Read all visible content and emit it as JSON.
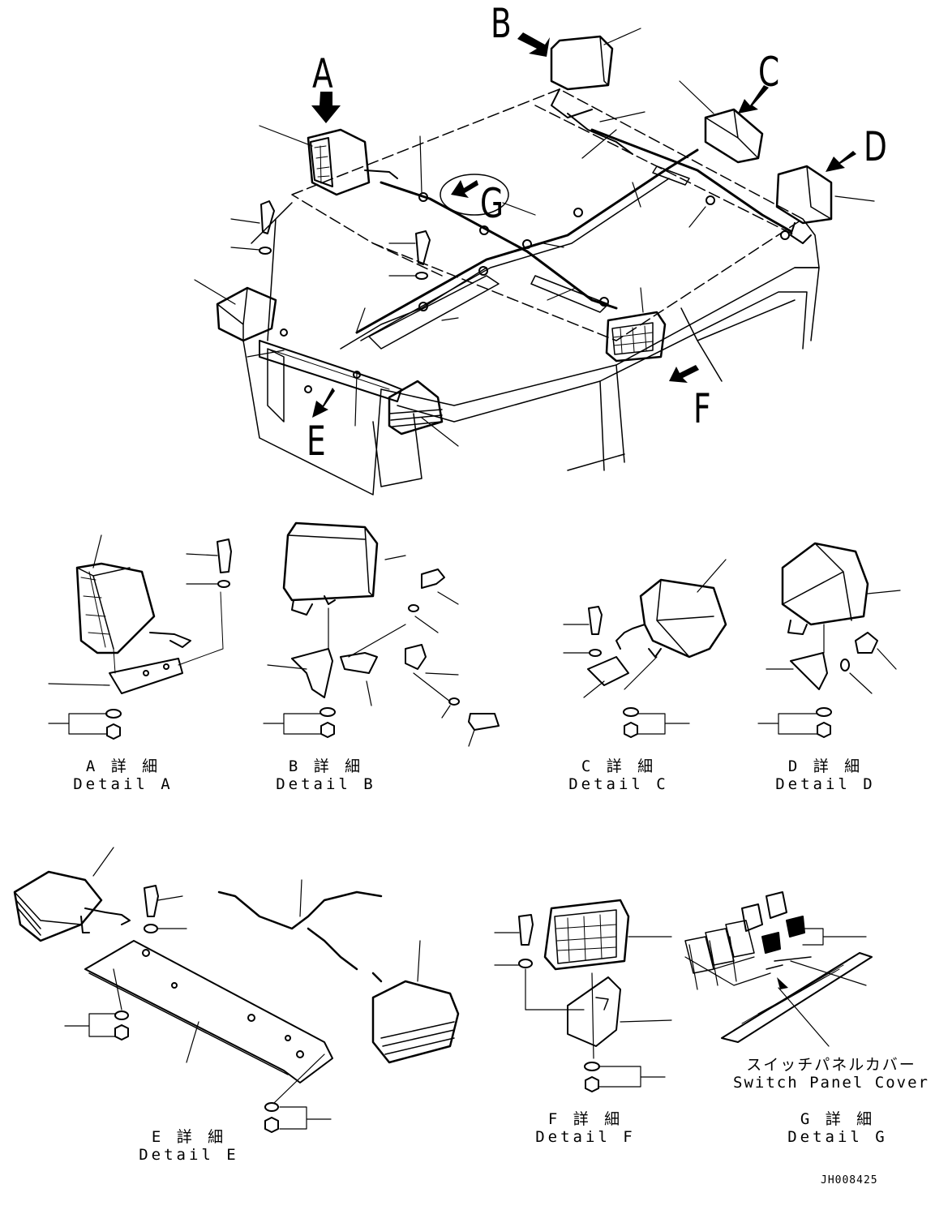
{
  "callouts": {
    "a": "A",
    "b": "B",
    "c": "C",
    "d": "D",
    "e": "E",
    "f": "F",
    "g": "G"
  },
  "details": {
    "a": {
      "jp": "A 詳 細",
      "en": "Detail A"
    },
    "b": {
      "jp": "B 詳 細",
      "en": "Detail B"
    },
    "c": {
      "jp": "C 詳 細",
      "en": "Detail C"
    },
    "d": {
      "jp": "D 詳 細",
      "en": "Detail D"
    },
    "e": {
      "jp": "E 詳 細",
      "en": "Detail E"
    },
    "f": {
      "jp": "F 詳 細",
      "en": "Detail F"
    },
    "g": {
      "jp": "G 詳 細",
      "en": "Detail G"
    }
  },
  "switch_panel_cover": {
    "jp": "スイッチパネルカバー",
    "en": "Switch Panel Cover"
  },
  "drawing_code": "JH008425"
}
